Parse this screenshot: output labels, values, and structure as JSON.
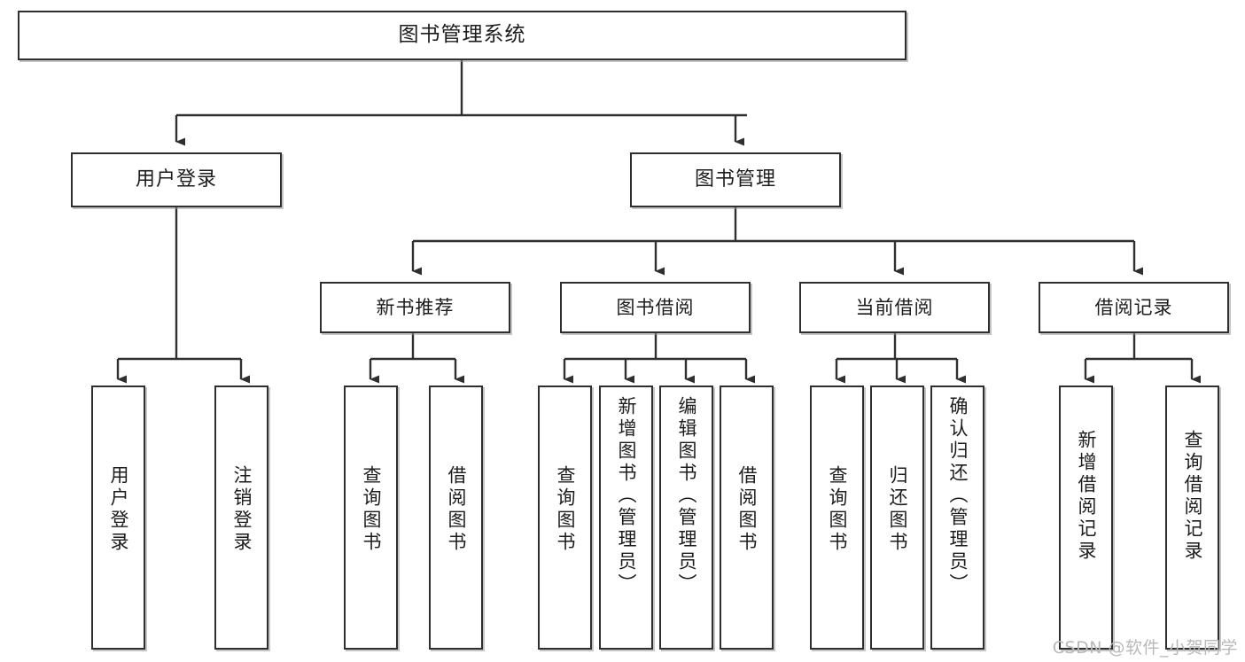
{
  "diagram": {
    "title": "图书管理系统",
    "type": "tree",
    "orientation": "top-down",
    "colors": {
      "node_border": "#2f2f2f",
      "node_fill": "#ffffff",
      "edge": "#2f2f2f",
      "text": "#1c1c1c",
      "watermark": "#b9b9b9",
      "background": "#ffffff"
    },
    "watermark": "CSDN @软件_小贺同学"
  },
  "nodes": {
    "root": {
      "label": "图书管理系统"
    },
    "level2": [
      {
        "id": "user-login",
        "label": "用户登录"
      },
      {
        "id": "book-manage",
        "label": "图书管理"
      }
    ],
    "level3": [
      {
        "id": "new-book-rec",
        "label": "新书推荐"
      },
      {
        "id": "book-borrow",
        "label": "图书借阅"
      },
      {
        "id": "current-borrow",
        "label": "当前借阅"
      },
      {
        "id": "borrow-record",
        "label": "借阅记录"
      }
    ],
    "leaves": {
      "user-login": [
        {
          "id": "leaf-user-login",
          "label": "用户登录"
        },
        {
          "id": "leaf-user-logout",
          "label": "注销登录"
        }
      ],
      "new-book-rec": [
        {
          "id": "leaf-query-book-1",
          "label": "查询图书"
        },
        {
          "id": "leaf-borrow-book-1",
          "label": "借阅图书"
        }
      ],
      "book-borrow": [
        {
          "id": "leaf-query-book-2",
          "label": "查询图书"
        },
        {
          "id": "leaf-add-book",
          "label": "新增图书（管理员）"
        },
        {
          "id": "leaf-edit-book",
          "label": "编辑图书（管理员）"
        },
        {
          "id": "leaf-borrow-book-2",
          "label": "借阅图书"
        }
      ],
      "current-borrow": [
        {
          "id": "leaf-query-book-3",
          "label": "查询图书"
        },
        {
          "id": "leaf-return-book",
          "label": "归还图书"
        },
        {
          "id": "leaf-confirm-return",
          "label": "确认归还（管理员）"
        }
      ],
      "borrow-record": [
        {
          "id": "leaf-add-record",
          "label": "新增借阅记录"
        },
        {
          "id": "leaf-query-record",
          "label": "查询借阅记录"
        }
      ]
    }
  }
}
